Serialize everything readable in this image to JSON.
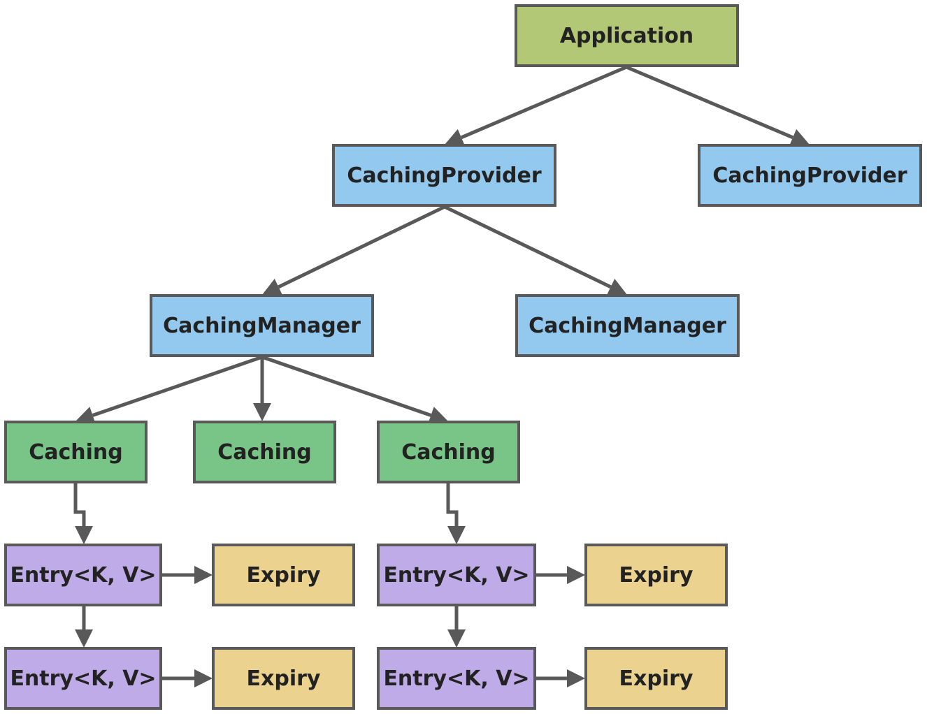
{
  "colors": {
    "application": "#b3c877",
    "provider": "#93c9ee",
    "manager": "#93c9ee",
    "caching": "#79c487",
    "entry": "#bfabe8",
    "expiry": "#ecd28f",
    "border": "#595959",
    "text": "#222222"
  },
  "nodes": [
    {
      "id": "application",
      "label": "Application",
      "kind": "application"
    },
    {
      "id": "provider-1",
      "label": "CachingProvider",
      "kind": "provider"
    },
    {
      "id": "provider-2",
      "label": "CachingProvider",
      "kind": "provider"
    },
    {
      "id": "manager-1",
      "label": "CachingManager",
      "kind": "manager"
    },
    {
      "id": "manager-2",
      "label": "CachingManager",
      "kind": "manager"
    },
    {
      "id": "caching-1",
      "label": "Caching",
      "kind": "caching"
    },
    {
      "id": "caching-2",
      "label": "Caching",
      "kind": "caching"
    },
    {
      "id": "caching-3",
      "label": "Caching",
      "kind": "caching"
    },
    {
      "id": "entry-1",
      "label": "Entry<K, V>",
      "kind": "entry"
    },
    {
      "id": "entry-2",
      "label": "Entry<K, V>",
      "kind": "entry"
    },
    {
      "id": "entry-3",
      "label": "Entry<K, V>",
      "kind": "entry"
    },
    {
      "id": "entry-4",
      "label": "Entry<K, V>",
      "kind": "entry"
    },
    {
      "id": "expiry-1",
      "label": "Expiry",
      "kind": "expiry"
    },
    {
      "id": "expiry-2",
      "label": "Expiry",
      "kind": "expiry"
    },
    {
      "id": "expiry-3",
      "label": "Expiry",
      "kind": "expiry"
    },
    {
      "id": "expiry-4",
      "label": "Expiry",
      "kind": "expiry"
    }
  ],
  "edges": [
    {
      "from": "application",
      "to": "provider-1"
    },
    {
      "from": "application",
      "to": "provider-2"
    },
    {
      "from": "provider-1",
      "to": "manager-1"
    },
    {
      "from": "provider-1",
      "to": "manager-2"
    },
    {
      "from": "manager-1",
      "to": "caching-1"
    },
    {
      "from": "manager-1",
      "to": "caching-2"
    },
    {
      "from": "manager-1",
      "to": "caching-3"
    },
    {
      "from": "caching-1",
      "to": "entry-1"
    },
    {
      "from": "caching-3",
      "to": "entry-3"
    },
    {
      "from": "entry-1",
      "to": "entry-2"
    },
    {
      "from": "entry-3",
      "to": "entry-4"
    },
    {
      "from": "entry-1",
      "to": "expiry-1"
    },
    {
      "from": "entry-2",
      "to": "expiry-2"
    },
    {
      "from": "entry-3",
      "to": "expiry-3"
    },
    {
      "from": "entry-4",
      "to": "expiry-4"
    }
  ]
}
